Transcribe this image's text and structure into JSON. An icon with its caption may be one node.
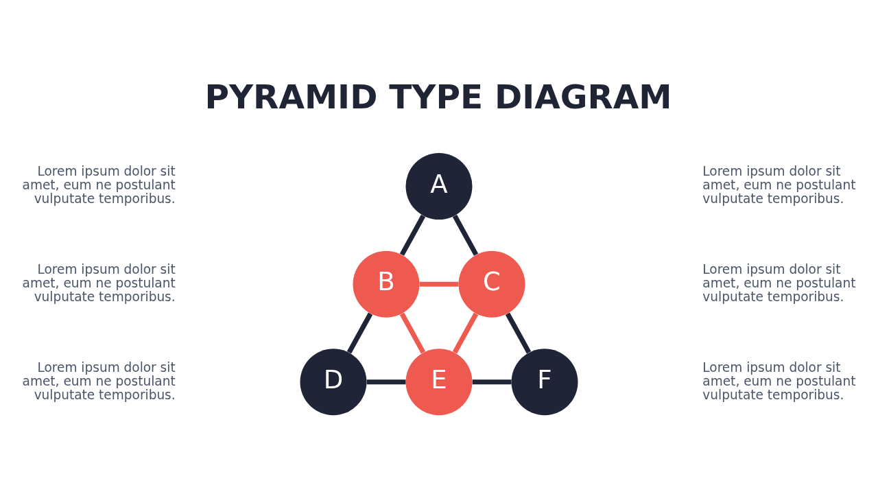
{
  "diagram": {
    "title": "PYRAMID TYPE DIAGRAM",
    "nodes": [
      {
        "text": [
          "A"
        ]
      },
      {
        "text": [
          "B"
        ]
      },
      {
        "text": [
          "C"
        ]
      },
      {
        "text": [
          "D"
        ]
      },
      {
        "text": [
          "E"
        ]
      },
      {
        "text": [
          "F"
        ]
      }
    ],
    "edges": [
      {
        "from": 0,
        "to": 1,
        "arrow": "none"
      },
      {
        "from": 0,
        "to": 2,
        "arrow": "none"
      },
      {
        "from": 1,
        "to": 2,
        "arrow": "none",
        "color": "#ef5a50"
      },
      {
        "from": 1,
        "to": 3,
        "arrow": "none"
      },
      {
        "from": 1,
        "to": 4,
        "arrow": "none",
        "color": "#ef5a50"
      },
      {
        "from": 2,
        "to": 4,
        "arrow": "none",
        "color": "#ef5a50"
      },
      {
        "from": 2,
        "to": 5,
        "arrow": "none"
      },
      {
        "from": 3,
        "to": 4,
        "arrow": "none"
      },
      {
        "from": 4,
        "to": 5,
        "arrow": "none"
      }
    ],
    "labels": [
      "Lorem ipsum dolor sit amet, eum ne postulant vulputate temporibus.",
      "Lorem ipsum dolor sit amet, eum ne postulant vulputate temporibus.",
      "Lorem ipsum dolor sit amet, eum ne postulant vulputate temporibus.",
      "Lorem ipsum dolor sit amet, eum ne postulant vulputate temporibus.",
      "Lorem ipsum dolor sit amet, eum ne postulant vulputate temporibus.",
      "Lorem ipsum dolor sit amet, eum ne postulant vulputate temporibus."
    ]
  }
}
